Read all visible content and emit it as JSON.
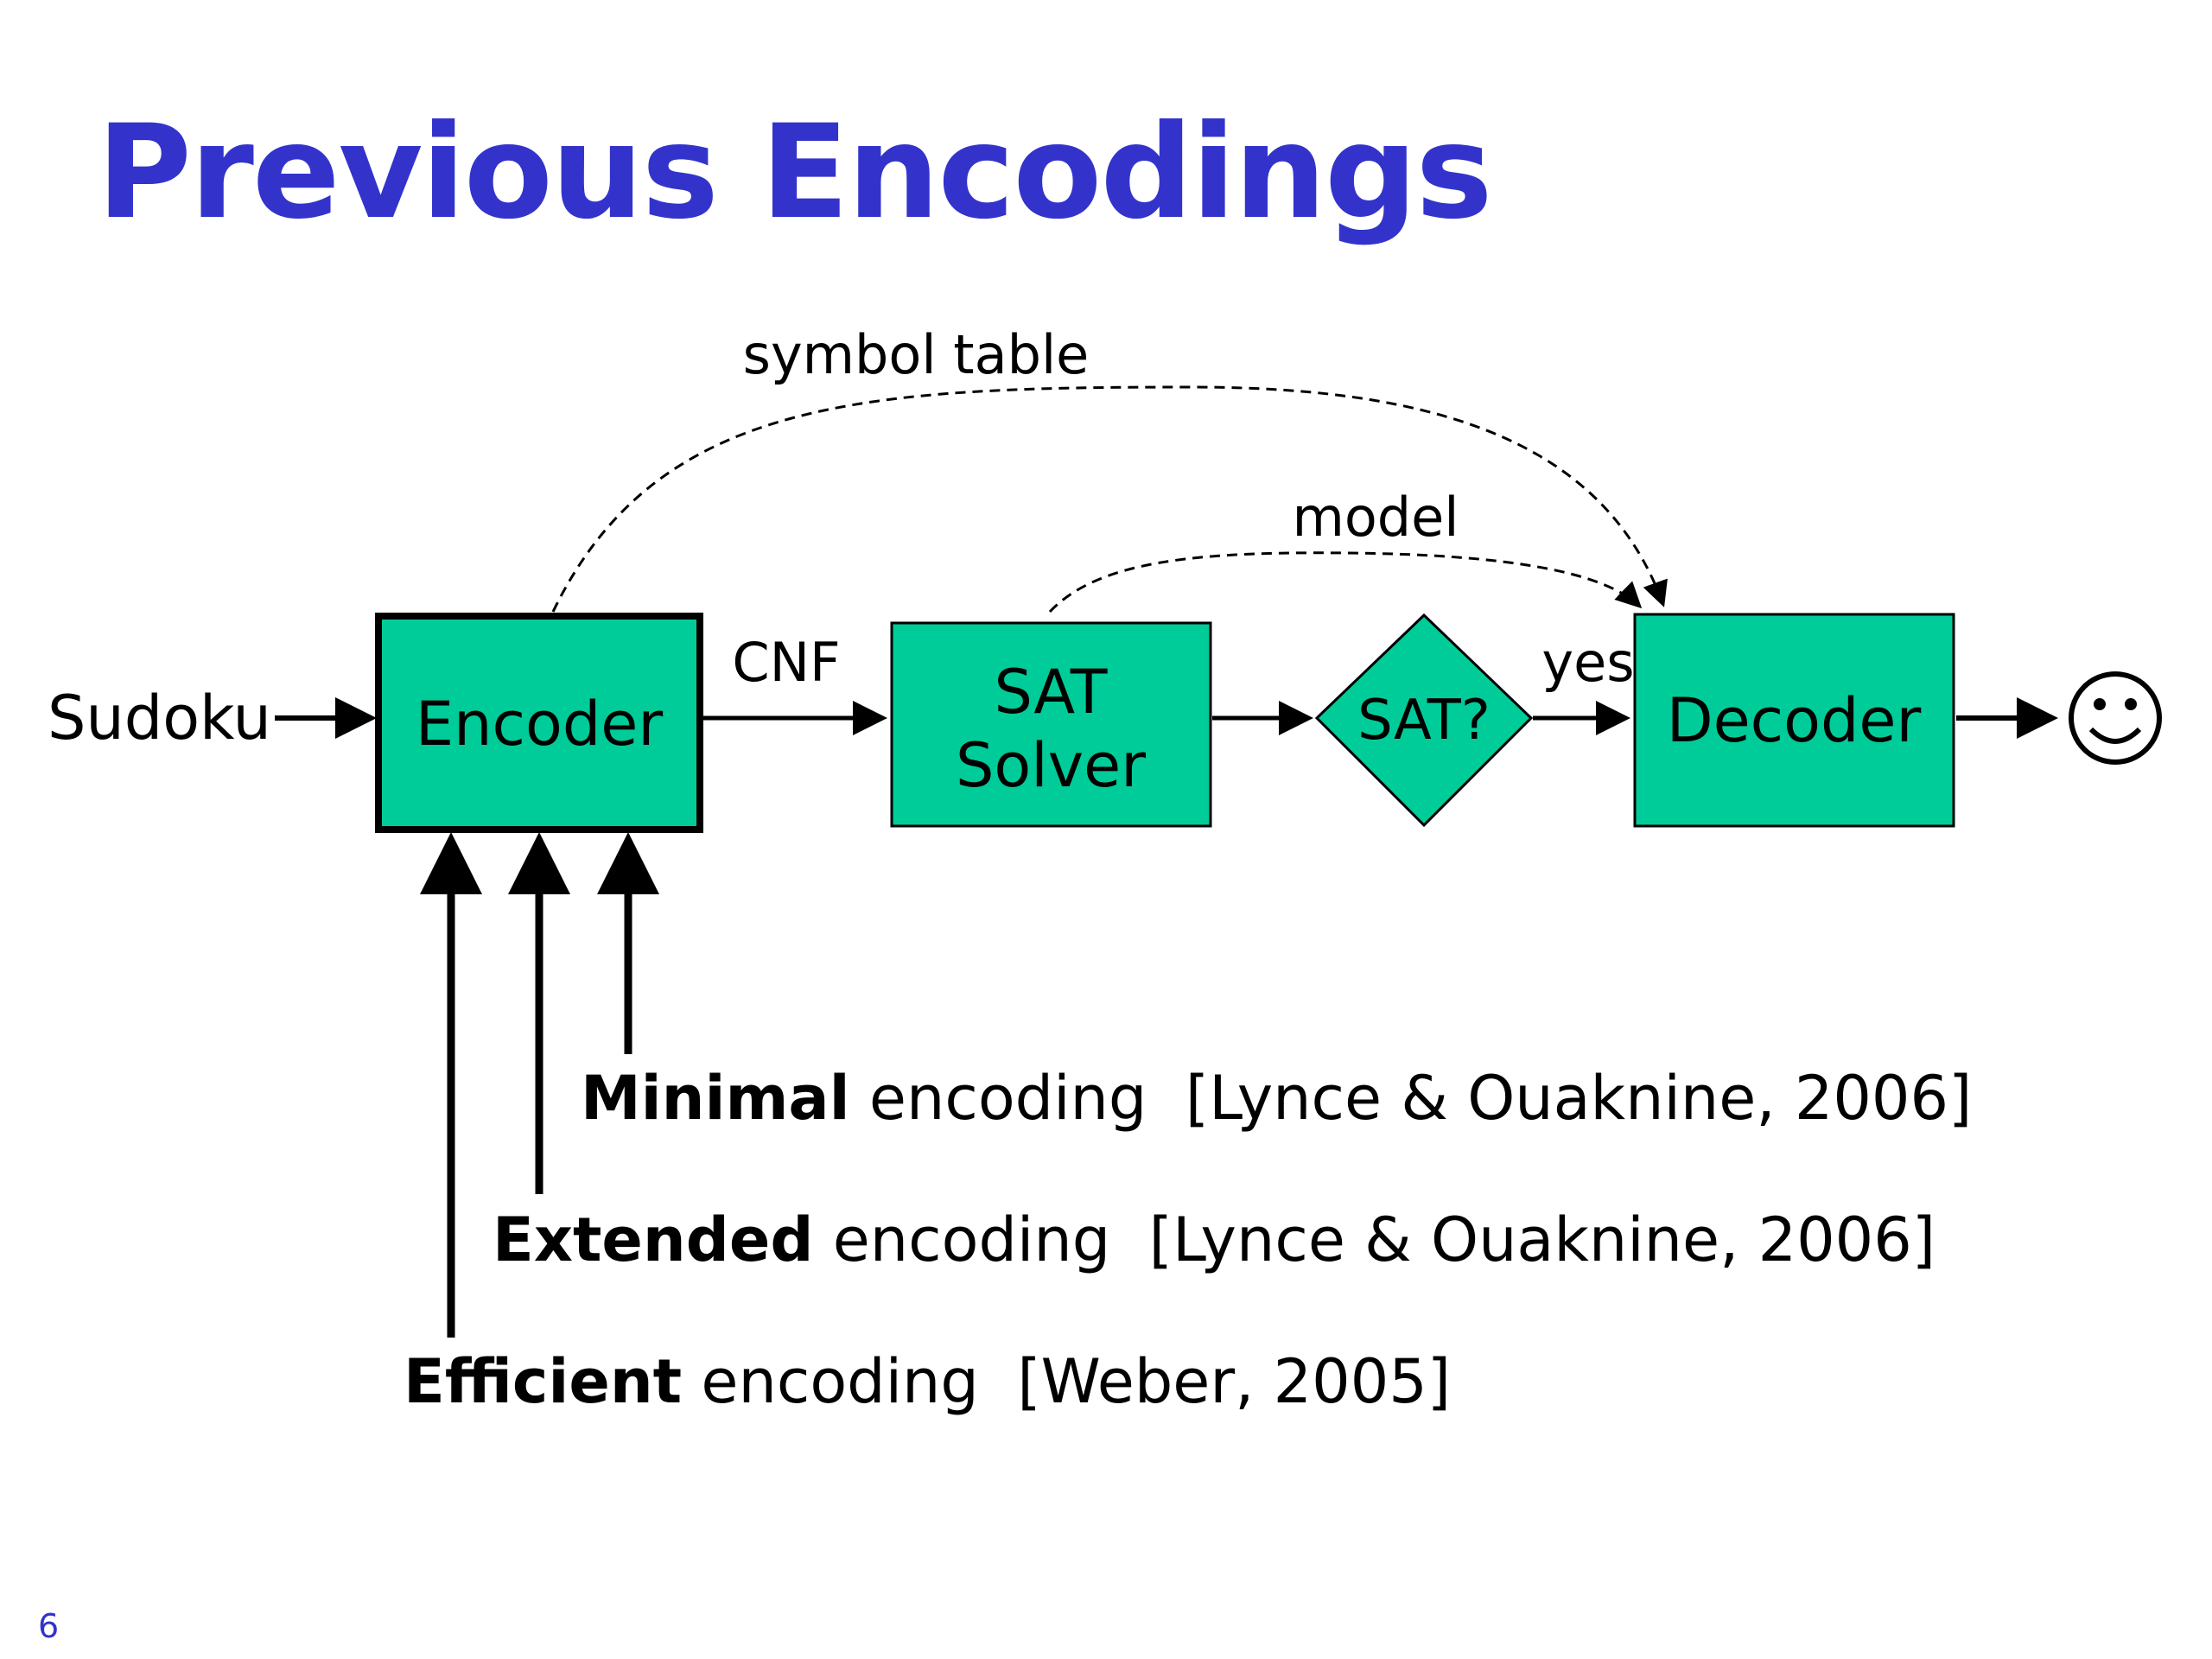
{
  "title": "Previous Encodings",
  "colors": {
    "title": "#3333cc",
    "box_fill": "#00cc99",
    "page_number": "#3333cc"
  },
  "diagram": {
    "input_label": "Sudoku",
    "nodes": {
      "encoder": "Encoder",
      "sat_solver_line1": "SAT",
      "sat_solver_line2": "Solver",
      "sat_decision": "SAT?",
      "decoder": "Decoder"
    },
    "edges": {
      "cnf": "CNF",
      "yes": "yes",
      "symbol_table": "symbol table",
      "model": "model"
    },
    "output_icon": "smiley-face-icon",
    "output_glyph": "☺"
  },
  "encodings": [
    {
      "name": "Minimal",
      "rest": "encoding",
      "citation": "[Lynce & Ouaknine, 2006]"
    },
    {
      "name": "Extended",
      "rest": "encoding",
      "citation": "[Lynce & Ouaknine, 2006]"
    },
    {
      "name": "Efficient",
      "rest": "encoding",
      "citation": "[Weber, 2005]"
    }
  ],
  "page_number": "6"
}
